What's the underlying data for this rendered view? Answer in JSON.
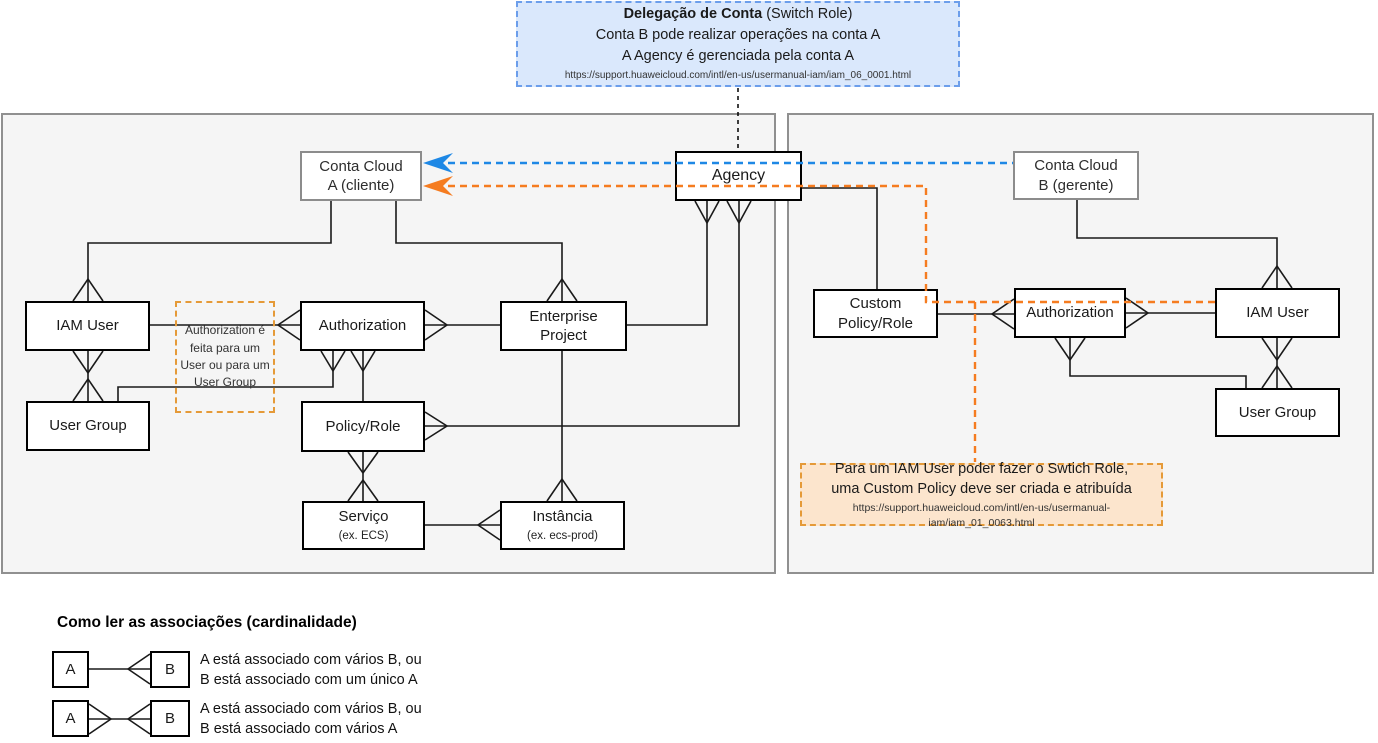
{
  "colors": {
    "accent_blue": "#1e88e5",
    "accent_orange": "#f57c20",
    "note_blue_fill": "#dae8fc",
    "note_blue_border": "#6c9eeb",
    "note_orange_fill": "#fce5cd",
    "note_orange_border": "#e59a38",
    "container_fill": "#f5f5f5",
    "container_border": "#909090"
  },
  "delegation_note": {
    "title_bold": "Delegação de Conta",
    "title_rest": " (Switch Role)",
    "line2": "Conta B pode realizar operações na conta A",
    "line3": "A Agency é gerenciada pela conta A",
    "url": "https://support.huaweicloud.com/intl/en-us/usermanual-iam/iam_06_0001.html"
  },
  "authorization_note": {
    "text": "Authorization é\nfeita para um\nUser ou para um\nUser Group"
  },
  "custom_policy_note": {
    "line1": "Para um IAM User poder fazer o Swtich Role,",
    "line2": "uma Custom Policy deve ser criada e atribuída",
    "url": "https://support.huaweicloud.com/intl/en-us/usermanual-iam/iam_01_0063.html"
  },
  "entities": {
    "conta_a": "Conta Cloud\nA (cliente)",
    "agency": "Agency",
    "conta_b": "Conta Cloud\nB (gerente)",
    "iam_user_a": "IAM User",
    "user_group_a": "User Group",
    "authorization_a": "Authorization",
    "policy_role": "Policy/Role",
    "enterprise_project": "Enterprise\nProject",
    "servico_name": "Serviço",
    "servico_example": "(ex. ECS)",
    "instancia_name": "Instância",
    "instancia_example": "(ex. ecs-prod)",
    "custom_policy": "Custom\nPolicy/Role",
    "authorization_b": "Authorization",
    "iam_user_b": "IAM User",
    "user_group_b": "User Group"
  },
  "legend": {
    "title": "Como ler as associações (cardinalidade)",
    "rows": [
      {
        "a": "A",
        "b": "B",
        "line1": "A está associado com vários B, ou",
        "line2": "B está associado com um único A"
      },
      {
        "a": "A",
        "b": "B",
        "line1": "A está associado com vários B, ou",
        "line2": "B está associado com vários A"
      }
    ]
  }
}
